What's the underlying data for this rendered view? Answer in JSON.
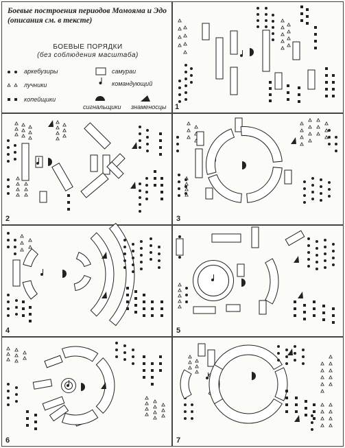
{
  "title_line1": "Боевые построения периодов Момояма и Эдо",
  "title_line2": "(описания см. в тексте)",
  "subtitle_line1": "БОЕВЫЕ ПОРЯДКИ",
  "subtitle_line2": "(без соблюдения масштаба)",
  "legend": {
    "arquebusiers": "аркебузиры",
    "archers": "лучники",
    "spearmen": "копейщики",
    "samurai": "самураи",
    "commander": "командующий",
    "signallers": "сигнальщики",
    "standard_bearers": "знаменосцы"
  },
  "panels": [
    "1",
    "2",
    "3",
    "4",
    "5",
    "6",
    "7"
  ]
}
